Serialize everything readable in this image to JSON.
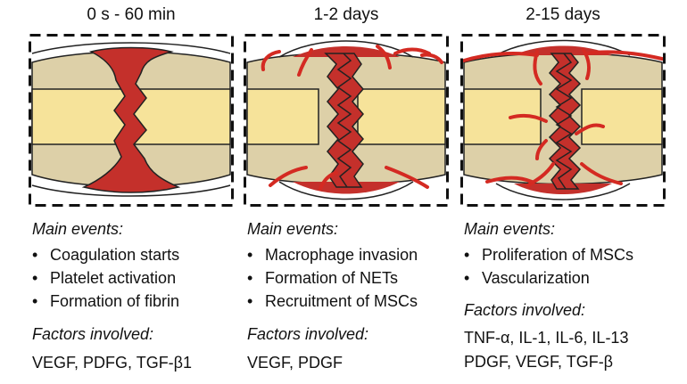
{
  "stages": [
    {
      "title": "0 s - 60 min",
      "events_heading": "Main events:",
      "events": [
        "Coagulation starts",
        "Platelet activation",
        "Formation of fibrin"
      ],
      "factors_heading": "Factors involved:",
      "factors": [
        "VEGF, PDFG, TGF-β1"
      ]
    },
    {
      "title": "1-2 days",
      "events_heading": "Main events:",
      "events": [
        "Macrophage invasion",
        "Formation of NETs",
        "Recruitment of MSCs"
      ],
      "factors_heading": "Factors involved:",
      "factors": [
        "VEGF, PDGF"
      ]
    },
    {
      "title": "2-15 days",
      "events_heading": "Main events:",
      "events": [
        "Proliferation of MSCs",
        "Vascularization"
      ],
      "factors_heading": "Factors involved:",
      "factors": [
        "TNF-α, IL-1, IL-6, IL-13",
        "PDGF, VEGF, TGF-β"
      ]
    }
  ],
  "colors": {
    "cortex": "#ddd0a8",
    "marrow": "#f6e39a",
    "hematoma": "#c4302b",
    "fibrin": "#d42a22",
    "outline": "#222222",
    "frame": "#111111"
  }
}
